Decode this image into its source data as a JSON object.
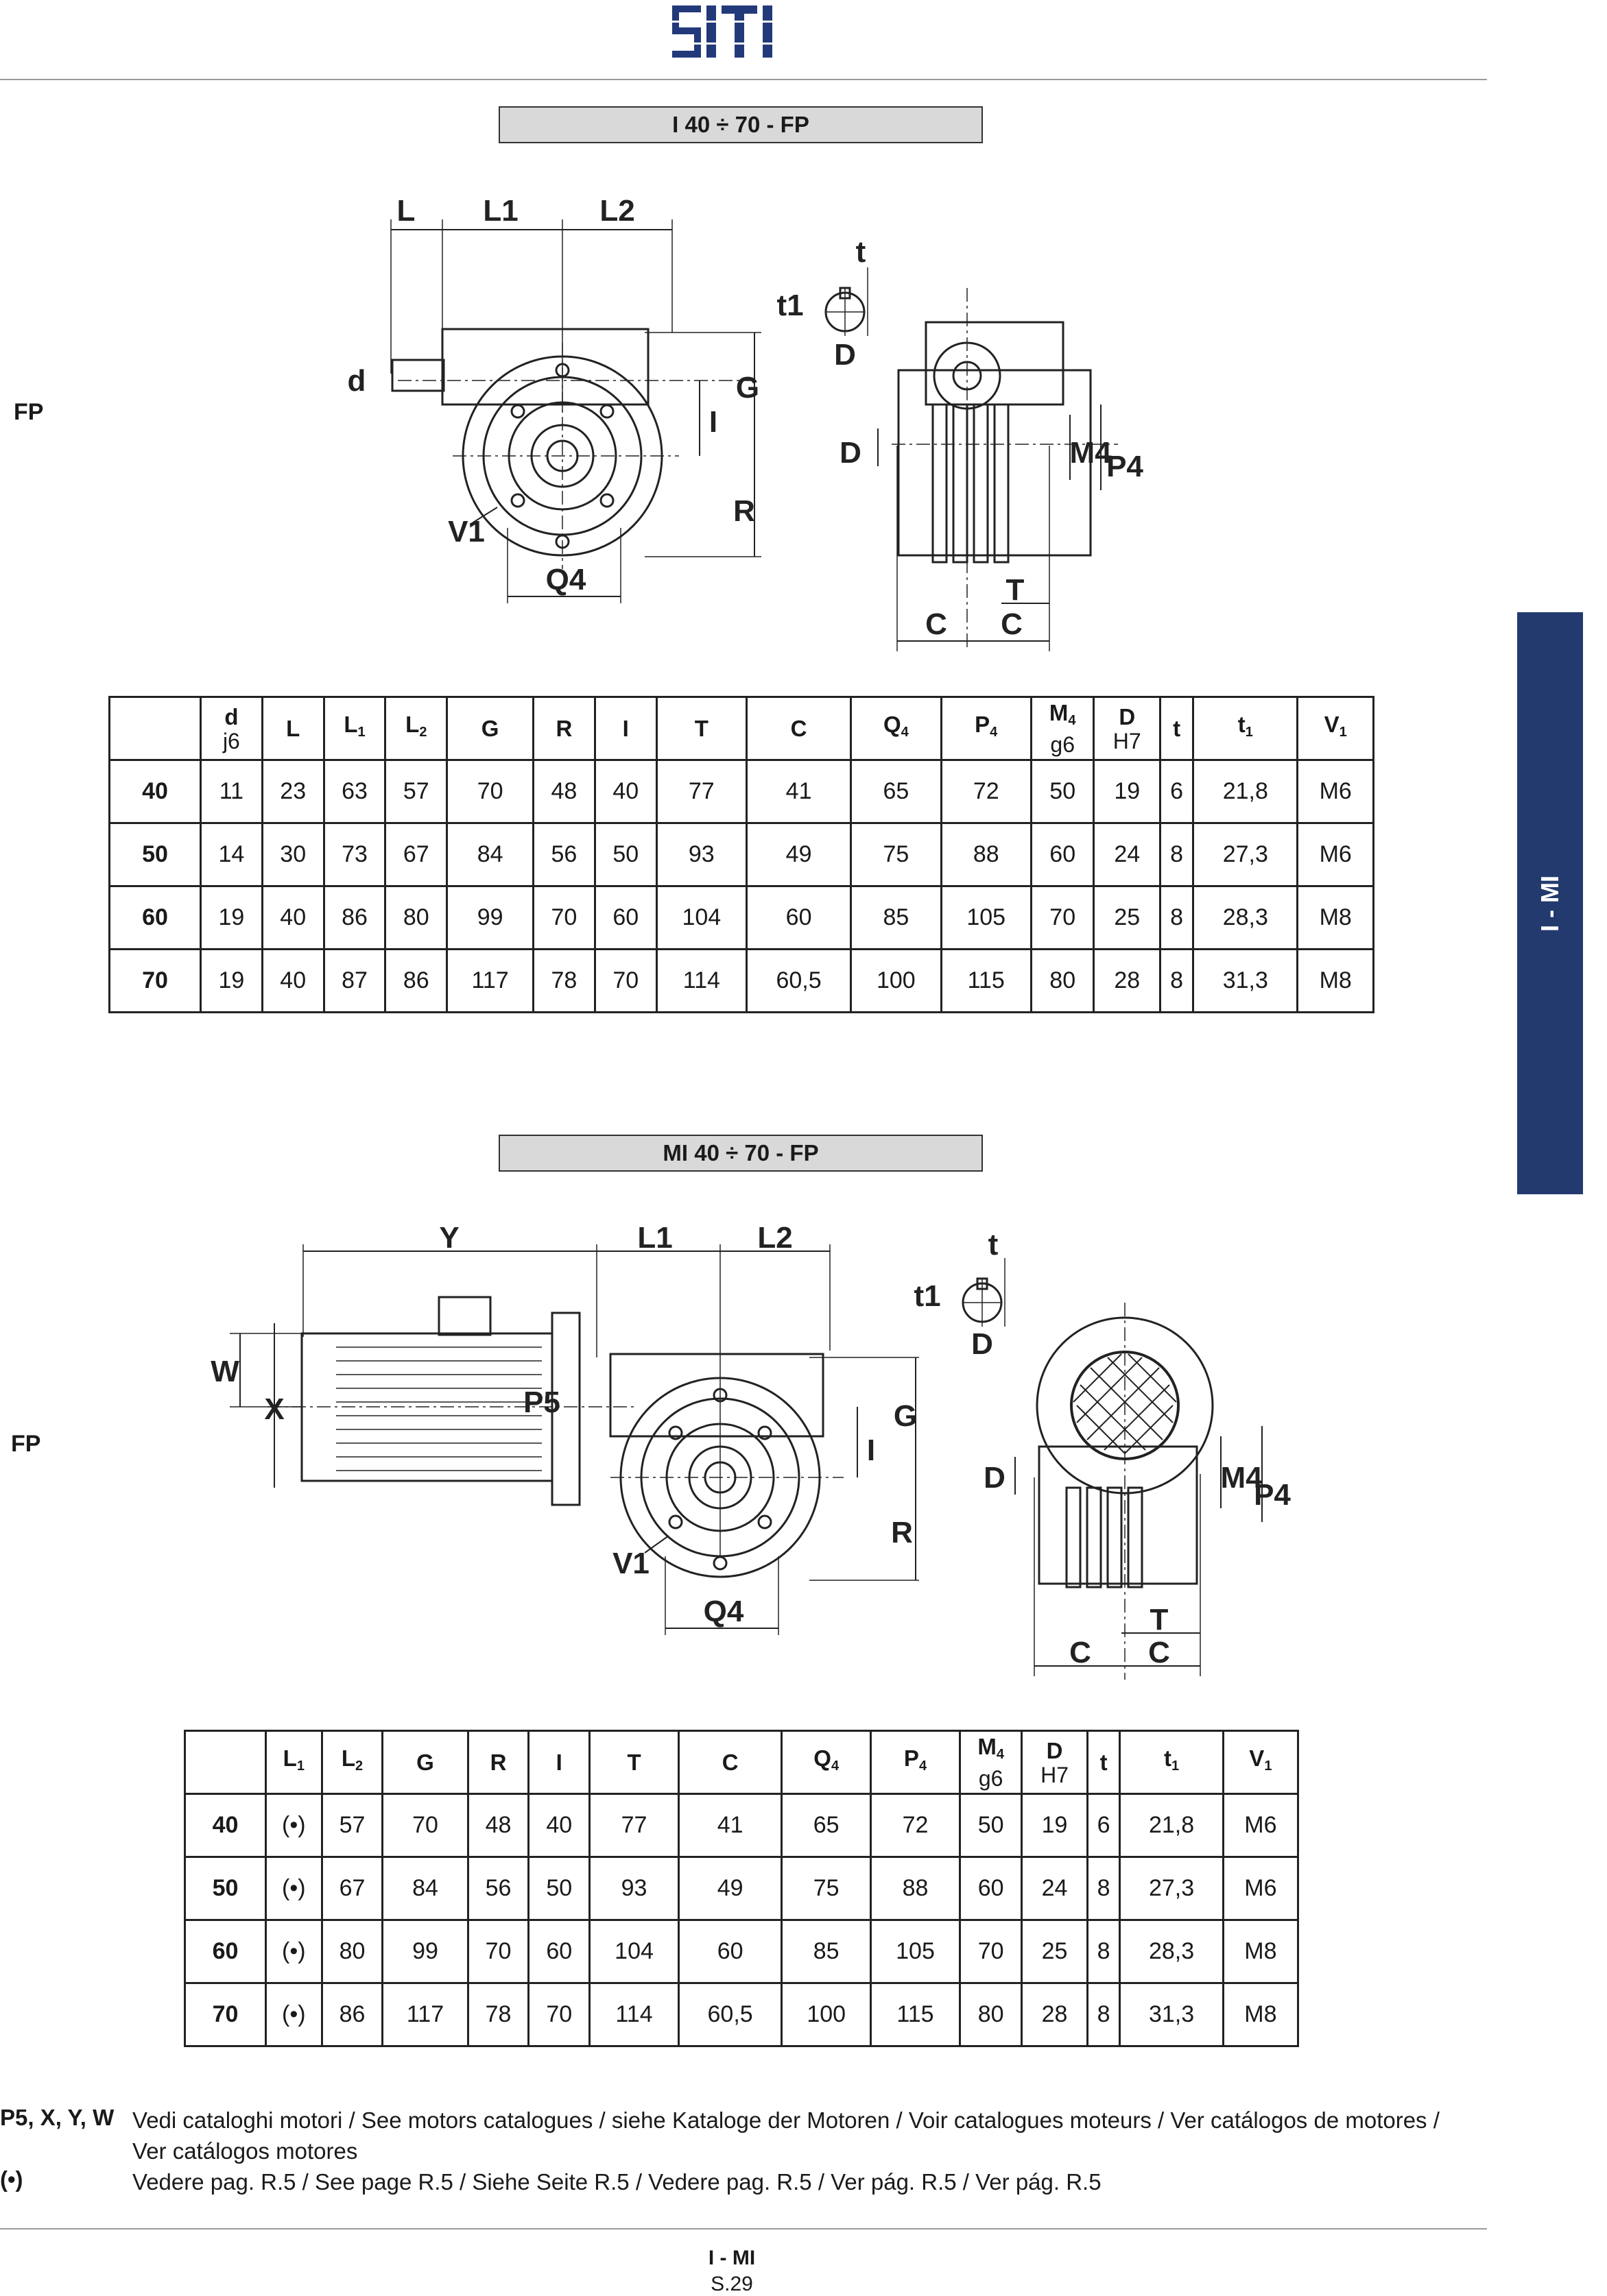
{
  "brand": {
    "logo_text": "SITI",
    "color": "#233a7a"
  },
  "side_tab": {
    "label": "I - MI",
    "color": "#233a6e"
  },
  "section1": {
    "title": "I 40 ÷ 70 - FP",
    "side_label": "FP",
    "drawing_labels": {
      "L": "L",
      "L1": "L1",
      "L2": "L2",
      "d": "d",
      "G": "G",
      "I": "I",
      "R": "R",
      "V1": "V1",
      "Q4": "Q4",
      "t": "t",
      "t1": "t1",
      "D_top": "D",
      "D": "D",
      "M4": "M4",
      "P4": "P4",
      "T": "T",
      "C1": "C",
      "C2": "C"
    },
    "table": {
      "headers": [
        {
          "main": "d",
          "sub": "j6"
        },
        {
          "main": "L"
        },
        {
          "main": "L",
          "idx": "1"
        },
        {
          "main": "L",
          "idx": "2"
        },
        {
          "main": "G"
        },
        {
          "main": "R"
        },
        {
          "main": "I"
        },
        {
          "main": "T"
        },
        {
          "main": "C"
        },
        {
          "main": "Q",
          "idx": "4"
        },
        {
          "main": "P",
          "idx": "4"
        },
        {
          "main": "M",
          "idx": "4",
          "sub": "g6"
        },
        {
          "main": "D",
          "sub": "H7"
        },
        {
          "main": "t"
        },
        {
          "main": "t",
          "idx": "1"
        },
        {
          "main": "V",
          "idx": "1"
        }
      ],
      "rows": [
        {
          "size": "40",
          "values": [
            "11",
            "23",
            "63",
            "57",
            "70",
            "48",
            "40",
            "77",
            "41",
            "65",
            "72",
            "50",
            "19",
            "6",
            "21,8",
            "M6"
          ]
        },
        {
          "size": "50",
          "values": [
            "14",
            "30",
            "73",
            "67",
            "84",
            "56",
            "50",
            "93",
            "49",
            "75",
            "88",
            "60",
            "24",
            "8",
            "27,3",
            "M6"
          ]
        },
        {
          "size": "60",
          "values": [
            "19",
            "40",
            "86",
            "80",
            "99",
            "70",
            "60",
            "104",
            "60",
            "85",
            "105",
            "70",
            "25",
            "8",
            "28,3",
            "M8"
          ]
        },
        {
          "size": "70",
          "values": [
            "19",
            "40",
            "87",
            "86",
            "117",
            "78",
            "70",
            "114",
            "60,5",
            "100",
            "115",
            "80",
            "28",
            "8",
            "31,3",
            "M8"
          ]
        }
      ]
    }
  },
  "section2": {
    "title": "MI 40 ÷ 70 - FP",
    "side_label": "FP",
    "drawing_labels": {
      "Y": "Y",
      "L1": "L1",
      "L2": "L2",
      "W": "W",
      "X": "X",
      "P5": "P5",
      "G": "G",
      "I": "I",
      "R": "R",
      "V1": "V1",
      "Q4": "Q4",
      "t": "t",
      "t1": "t1",
      "D_top": "D",
      "D": "D",
      "M4": "M4",
      "P4": "P4",
      "T": "T",
      "C1": "C",
      "C2": "C"
    },
    "table": {
      "headers": [
        {
          "main": "L",
          "idx": "1"
        },
        {
          "main": "L",
          "idx": "2"
        },
        {
          "main": "G"
        },
        {
          "main": "R"
        },
        {
          "main": "I"
        },
        {
          "main": "T"
        },
        {
          "main": "C"
        },
        {
          "main": "Q",
          "idx": "4"
        },
        {
          "main": "P",
          "idx": "4"
        },
        {
          "main": "M",
          "idx": "4",
          "sub": "g6"
        },
        {
          "main": "D",
          "sub": "H7"
        },
        {
          "main": "t"
        },
        {
          "main": "t",
          "idx": "1"
        },
        {
          "main": "V",
          "idx": "1"
        }
      ],
      "rows": [
        {
          "size": "40",
          "values": [
            "(•)",
            "57",
            "70",
            "48",
            "40",
            "77",
            "41",
            "65",
            "72",
            "50",
            "19",
            "6",
            "21,8",
            "M6"
          ]
        },
        {
          "size": "50",
          "values": [
            "(•)",
            "67",
            "84",
            "56",
            "50",
            "93",
            "49",
            "75",
            "88",
            "60",
            "24",
            "8",
            "27,3",
            "M6"
          ]
        },
        {
          "size": "60",
          "values": [
            "(•)",
            "80",
            "99",
            "70",
            "60",
            "104",
            "60",
            "85",
            "105",
            "70",
            "25",
            "8",
            "28,3",
            "M8"
          ]
        },
        {
          "size": "70",
          "values": [
            "(•)",
            "86",
            "117",
            "78",
            "70",
            "114",
            "60,5",
            "100",
            "115",
            "80",
            "28",
            "8",
            "31,3",
            "M8"
          ]
        }
      ]
    }
  },
  "notes": [
    {
      "key": "P5, X, Y, W",
      "text": "Vedi cataloghi motori / See motors catalogues / siehe Kataloge der Motoren / Voir catalogues moteurs / Ver catálogos de motores /",
      "text2": "Ver catálogos motores"
    },
    {
      "key": "(•)",
      "text": "Vedere pag. R.5 / See page R.5 / Siehe Seite R.5 / Vedere pag. R.5 / Ver pág. R.5 / Ver pág. R.5"
    }
  ],
  "footer": {
    "title": "I - MI",
    "page": "S.29"
  }
}
